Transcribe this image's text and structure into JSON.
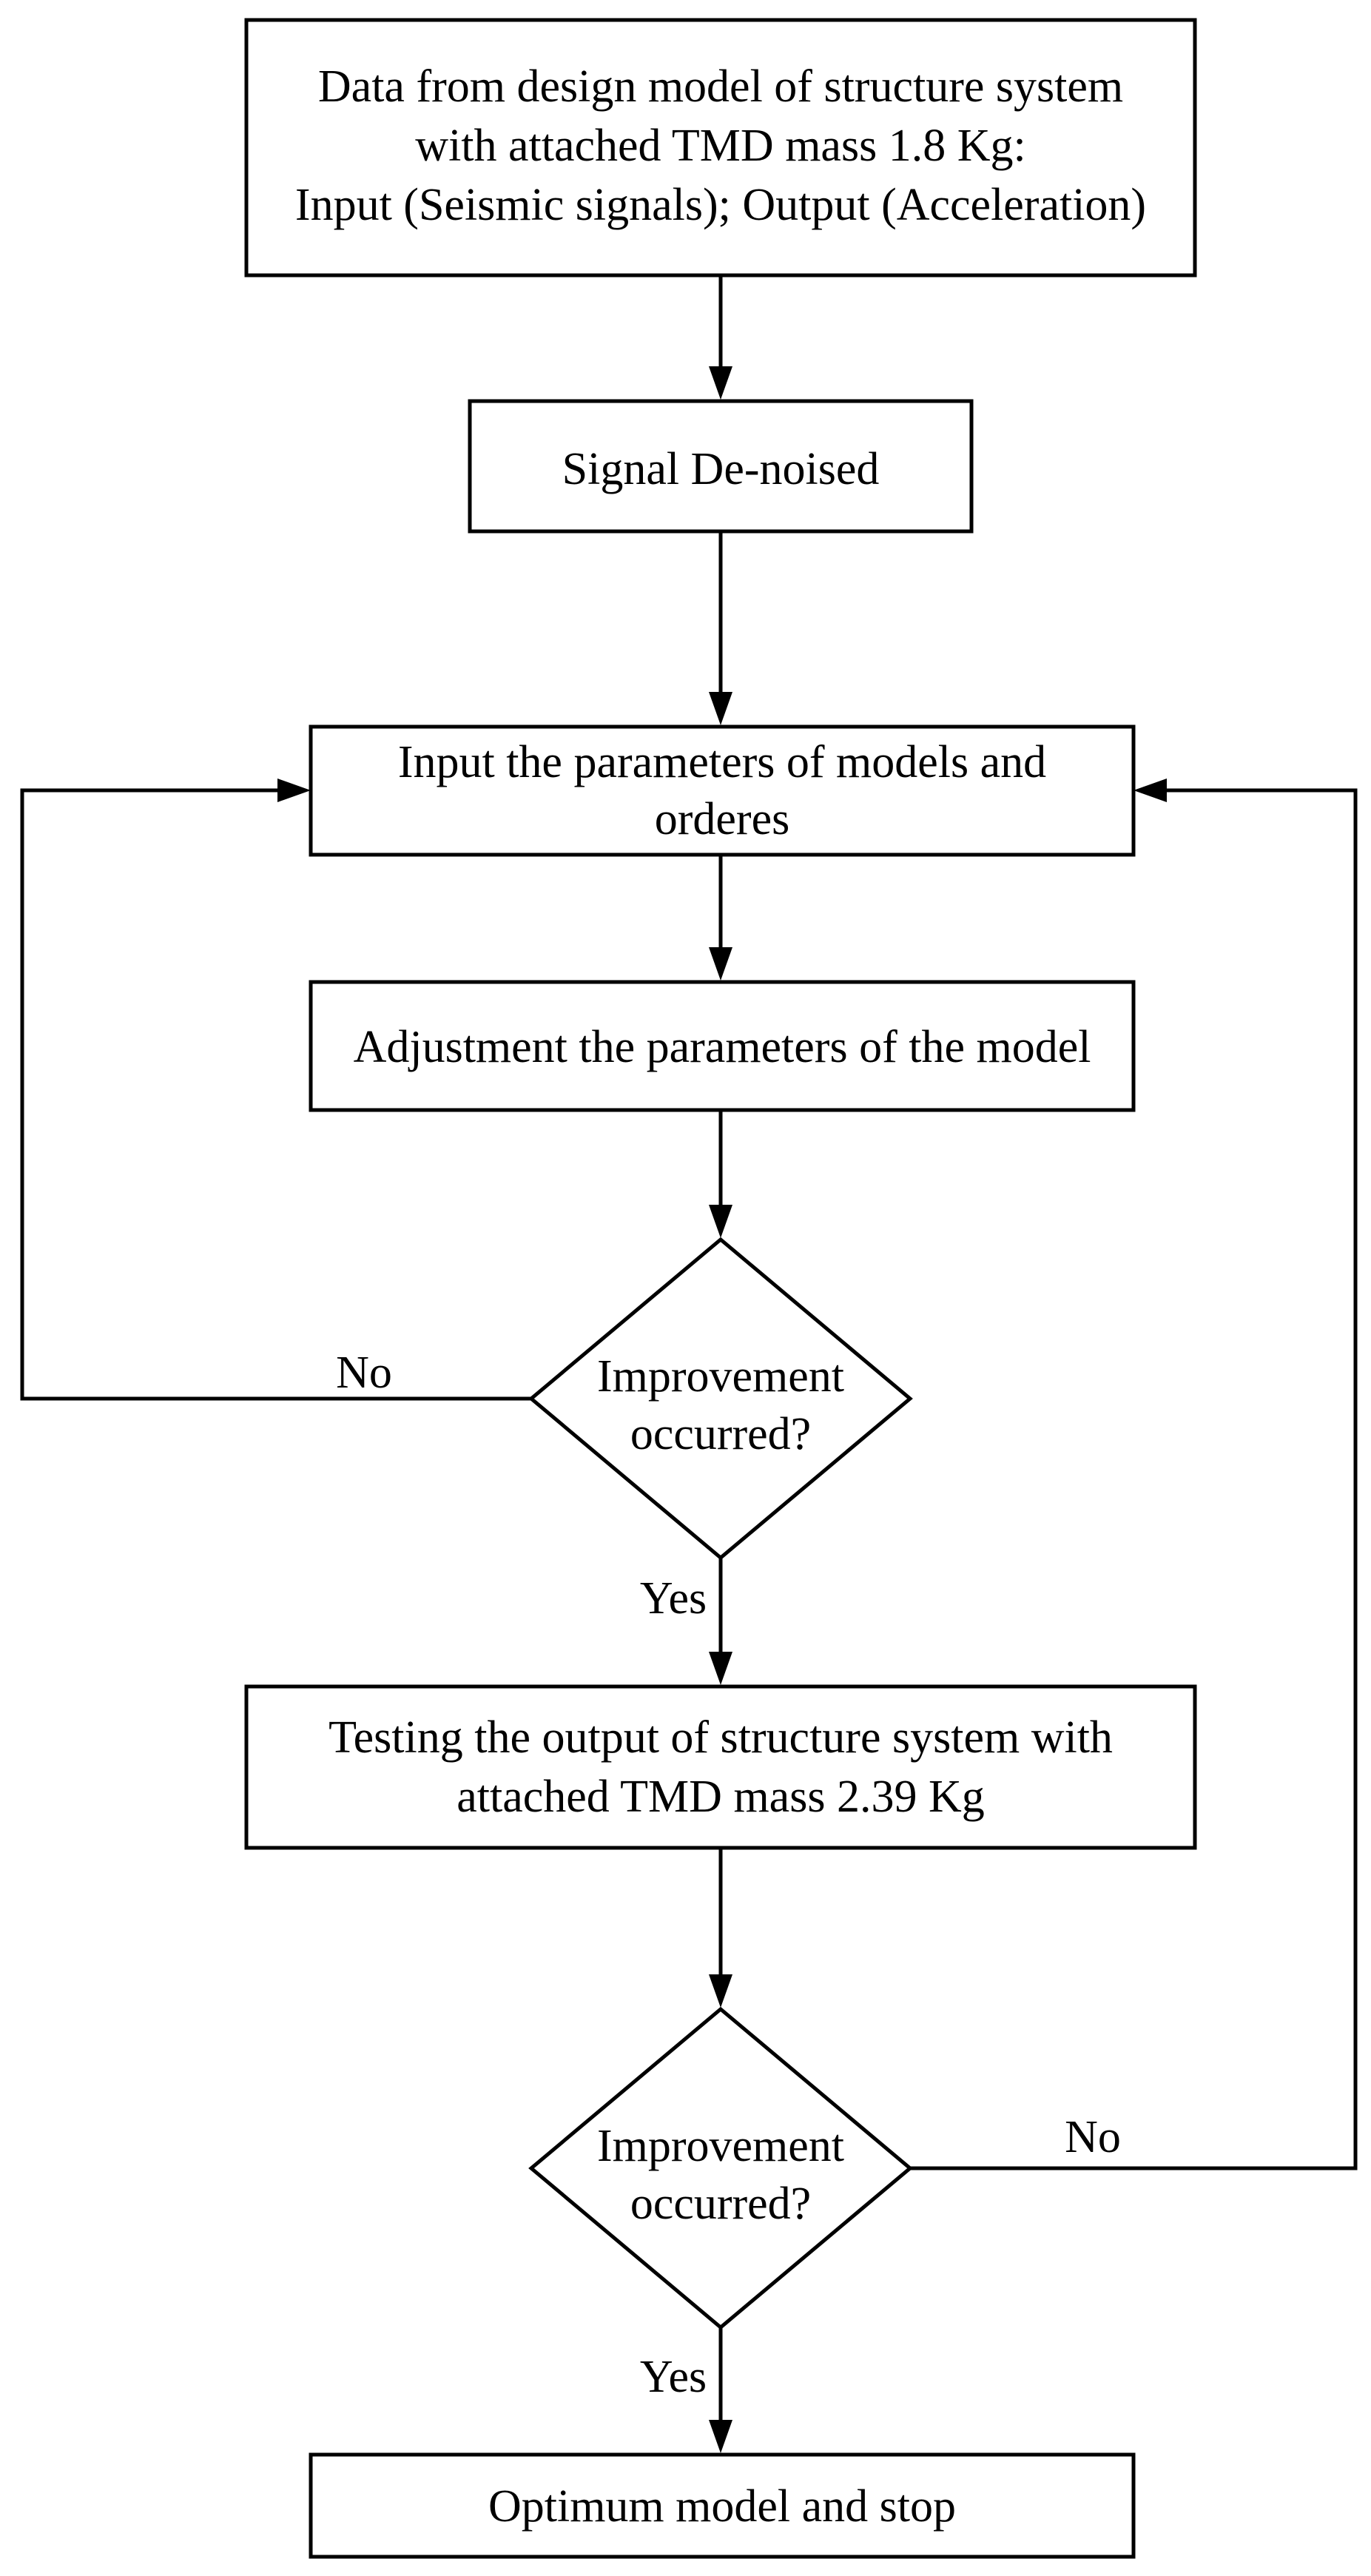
{
  "nodes": {
    "data_input": {
      "lines": [
        "Data from design model of structure system",
        "with attached TMD mass 1.8 Kg:",
        "Input (Seismic signals); Output (Acceleration)"
      ]
    },
    "denoise": {
      "lines": [
        "Signal De-noised"
      ]
    },
    "input_params": {
      "lines": [
        "Input the parameters of models and",
        "orderes"
      ]
    },
    "adjust": {
      "lines": [
        "Adjustment the parameters of the model"
      ]
    },
    "decision1": {
      "lines": [
        "Improvement",
        "occurred?"
      ]
    },
    "testing": {
      "lines": [
        "Testing the output of structure system with",
        "attached TMD mass 2.39 Kg"
      ]
    },
    "decision2": {
      "lines": [
        "Improvement",
        "occurred?"
      ]
    },
    "optimum": {
      "lines": [
        "Optimum model and stop"
      ]
    }
  },
  "edges": {
    "decision1_no": "No",
    "decision1_yes": "Yes",
    "decision2_no": "No",
    "decision2_yes": "Yes"
  }
}
